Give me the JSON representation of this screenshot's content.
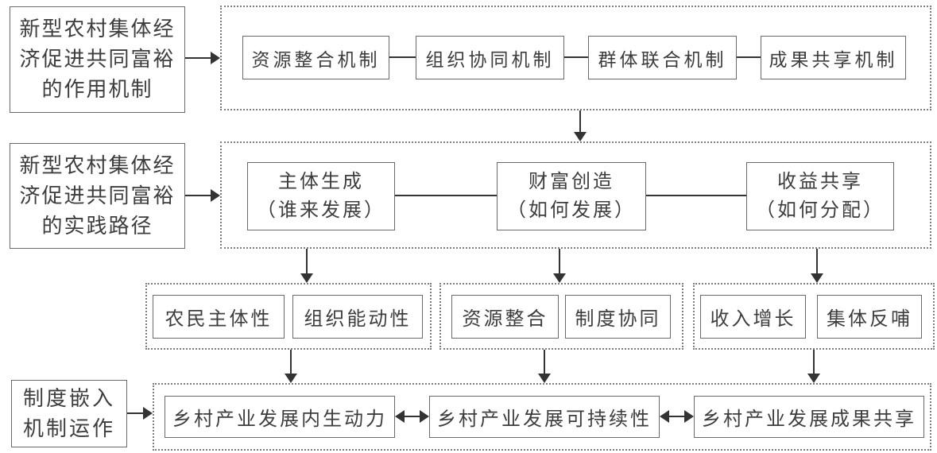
{
  "left_labels": {
    "mechanism": "新型农村集体经\n济促进共同富裕\n的作用机制",
    "path": "新型农村集体经\n济促进共同富裕\n的实践路径",
    "institution": "制度嵌入\n机制运作"
  },
  "mechanism_row": {
    "boxes": [
      "资源整合机制",
      "组织协同机制",
      "群体联合机制",
      "成果共享机制"
    ]
  },
  "path_row": {
    "boxes": [
      {
        "title": "主体生成",
        "subtitle": "（谁来发展）"
      },
      {
        "title": "财富创造",
        "subtitle": "（如何发展）"
      },
      {
        "title": "收益共享",
        "subtitle": "（如何分配）"
      }
    ]
  },
  "factor_row": {
    "groups": [
      {
        "items": [
          "农民主体性",
          "组织能动性"
        ]
      },
      {
        "items": [
          "资源整合",
          "制度协同"
        ]
      },
      {
        "items": [
          "收入增长",
          "集体反哺"
        ]
      }
    ]
  },
  "outcome_row": {
    "boxes": [
      "乡村产业发展内生动力",
      "乡村产业发展可持续性",
      "乡村产业发展成果共享"
    ]
  },
  "colors": {
    "box_border": "#6a6a6a",
    "dashed_border": "#7d7d7d",
    "text": "#3d3d3d",
    "arrow": "#333333",
    "background": "#ffffff"
  }
}
